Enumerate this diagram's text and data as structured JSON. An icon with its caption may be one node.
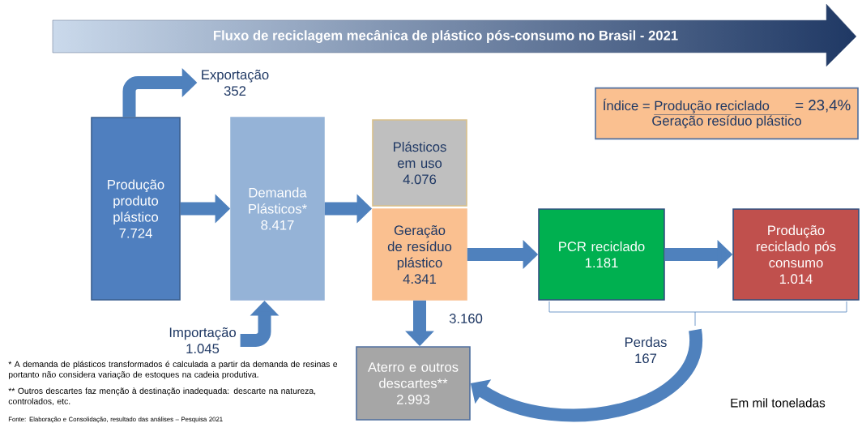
{
  "diagram": {
    "title": "Fluxo de reciclagem mecânica de plástico pós-consumo no Brasil - 2021",
    "nodes": [
      {
        "text": [
          "Produção produto plástico 7.724"
        ]
      },
      {
        "text": [
          "Demanda Plásticos* 8.417"
        ]
      },
      {
        "text": [
          "Plásticos em uso 4.076"
        ]
      },
      {
        "text": [
          "Geração de resíduo plástico 4.341"
        ]
      },
      {
        "text": [
          "PCR reciclado 1.181"
        ]
      },
      {
        "text": [
          "Produção reciclado pós consumo 1.014"
        ]
      },
      {
        "text": [
          "Aterro e outros descartes** 2.993"
        ]
      },
      {
        "text": [
          "Exportação 352"
        ]
      },
      {
        "text": [
          "Importação 1.045"
        ]
      },
      {
        "text": [
          "Índice =",
          "Produção reciclado",
          "Geração resíduo plástico",
          "= 23,4%"
        ]
      },
      {
        "text": [],
        "shape": "bracket"
      }
    ],
    "edges": [
      {
        "from": 0,
        "to": 1,
        "arrow": "to"
      },
      {
        "from": 1,
        "to": 2,
        "arrow": "to"
      },
      {
        "from": 1,
        "to": 3,
        "arrow": "to"
      },
      {
        "from": 3,
        "to": 4,
        "arrow": "to"
      },
      {
        "from": 4,
        "to": 5,
        "arrow": "to"
      },
      {
        "from": 3,
        "to": 6,
        "arrow": "to",
        "label": "3.160"
      },
      {
        "from": 0,
        "to": 7,
        "arrow": "to"
      },
      {
        "from": 8,
        "to": 1,
        "arrow": "to"
      },
      {
        "from": 10,
        "to": 6,
        "arrow": "to",
        "label": "Perdas 167"
      }
    ],
    "labels": [
      "* A demanda de plásticos transformados é calculada a partir da demanda de resinas e portanto não considera variação de estoques na cadeia produtiva.",
      "** Outros descartes faz menção à destinação inadequada: descarte na natureza, controlados, etc.",
      "Fonte: Elaboração e Consolidação, resultado das análises – Pesquisa 2021",
      "Em mil toneladas"
    ]
  }
}
